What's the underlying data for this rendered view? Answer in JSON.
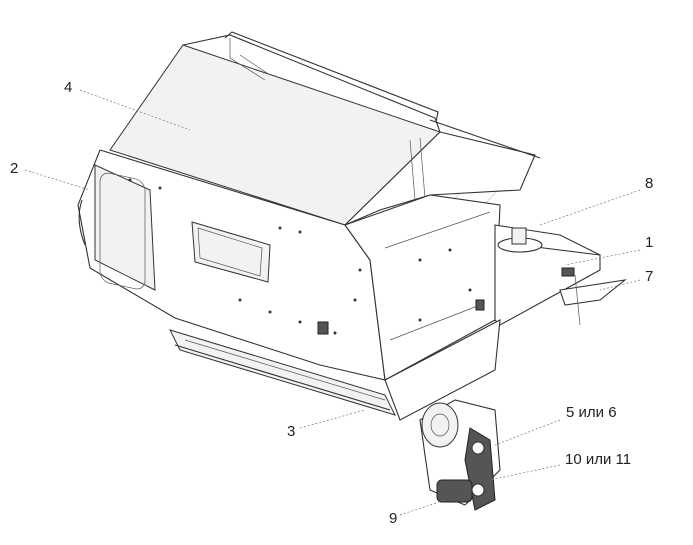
{
  "callouts": {
    "c1": "1",
    "c2": "2",
    "c3": "3",
    "c4": "4",
    "c5": "5 или 6",
    "c7": "7",
    "c8": "8",
    "c9": "9",
    "c10": "10 или 11"
  }
}
